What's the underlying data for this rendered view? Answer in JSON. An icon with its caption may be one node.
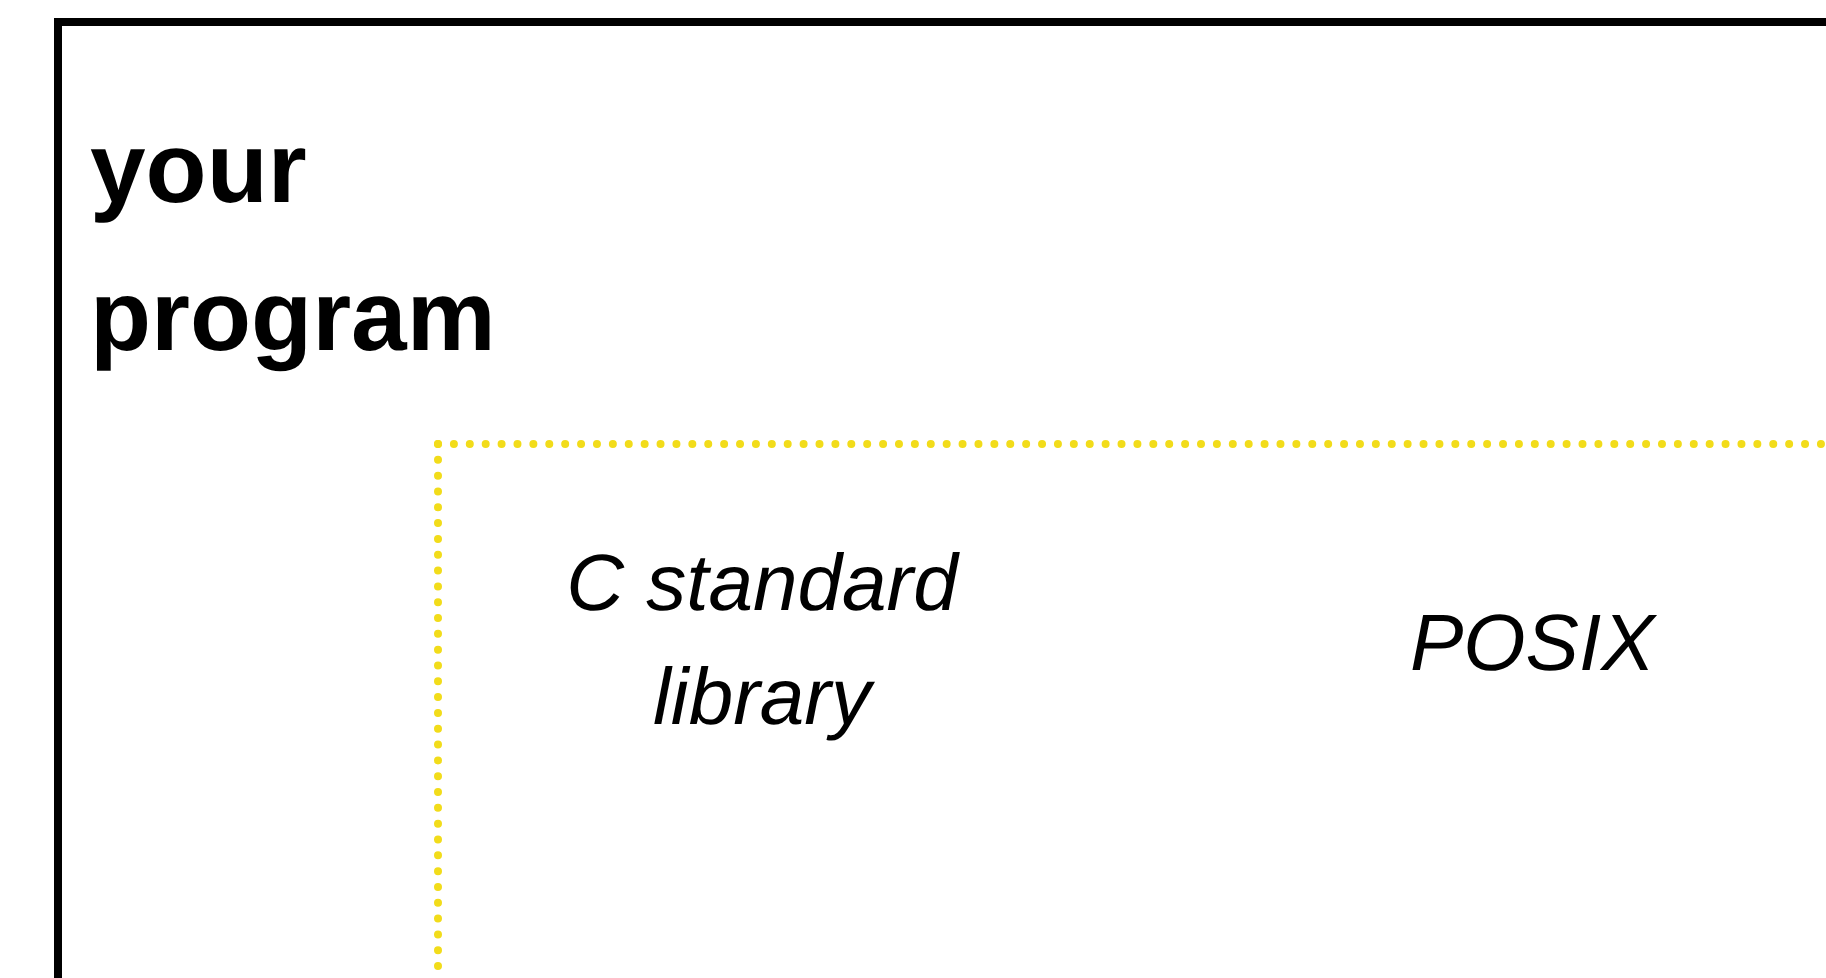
{
  "diagram": {
    "nodes": [
      {
        "text": [
          "your program"
        ]
      },
      {
        "text": [
          "C standard library",
          "POSIX"
        ],
        "in": 0
      }
    ]
  }
}
